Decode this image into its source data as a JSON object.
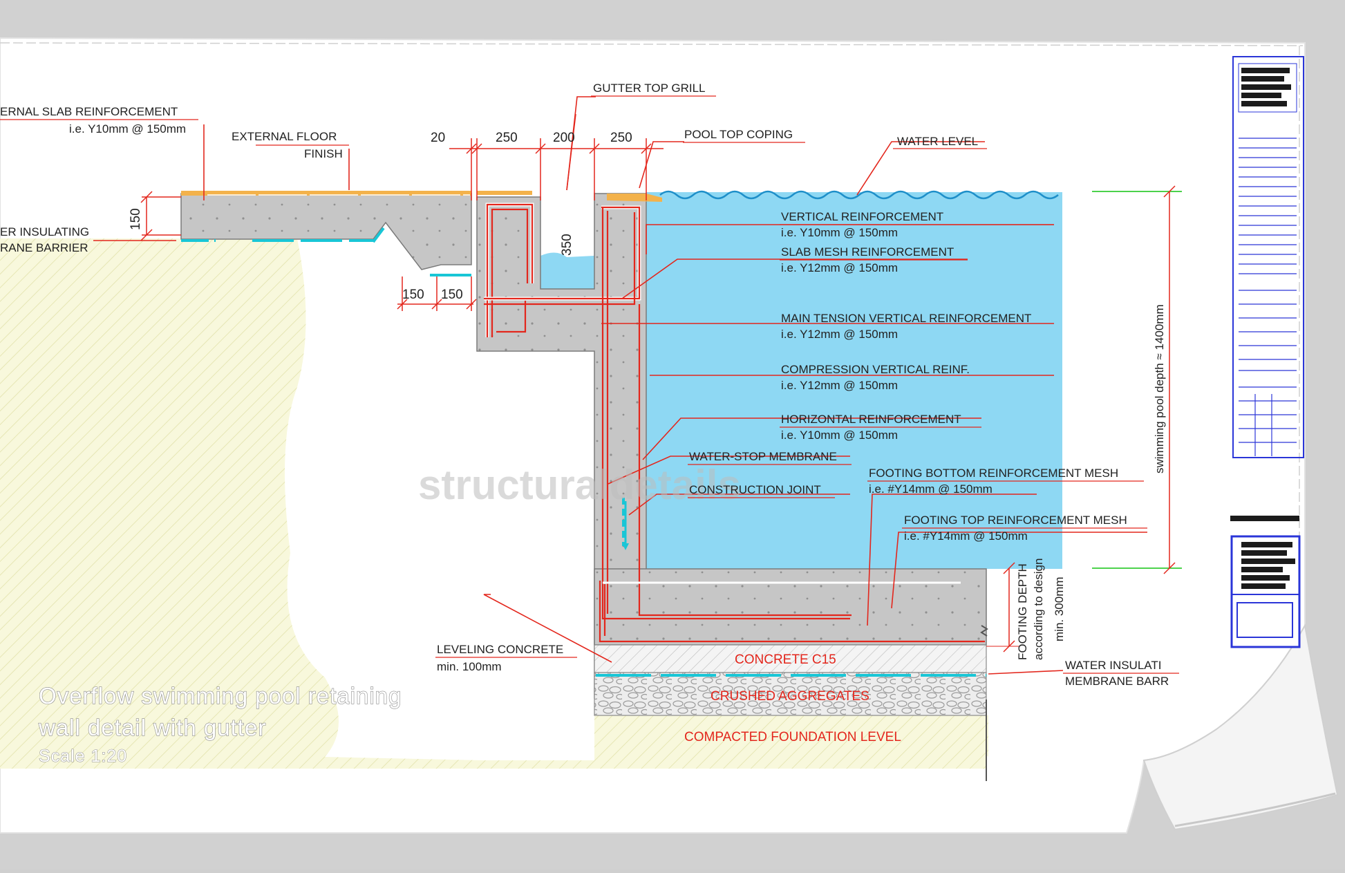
{
  "title": {
    "line1": "Overflow swimming pool retaining",
    "line2": "wall detail with gutter",
    "scale": "Scale 1:20"
  },
  "watermark": "structuraldetails",
  "labels": {
    "ext_slab_1": "ERNAL SLAB REINFORCEMENT",
    "ext_slab_2": "i.e. Y10mm @ 150mm",
    "ext_floor_1": "EXTERNAL FLOOR",
    "ext_floor_2": "FINISH",
    "gutter_grill": "GUTTER TOP GRILL",
    "pool_coping": "POOL TOP COPING",
    "water_level": "WATER LEVEL",
    "insul_left_1": "ER INSULATING",
    "insul_left_2": "RANE BARRIER",
    "vert_reinf_1": "VERTICAL REINFORCEMENT",
    "vert_reinf_2": "i.e. Y10mm @ 150mm",
    "slab_mesh_1": "SLAB MESH REINFORCEMENT",
    "slab_mesh_2": "i.e. Y12mm @ 150mm",
    "main_tension_1": "MAIN TENSION VERTICAL REINFORCEMENT",
    "main_tension_2": "i.e. Y12mm @ 150mm",
    "compression_1": "COMPRESSION VERTICAL REINF.",
    "compression_2": "i.e. Y12mm @ 150mm",
    "horizontal_1": "HORIZONTAL REINFORCEMENT",
    "horizontal_2": "i.e. Y10mm @ 150mm",
    "water_stop": "WATER-STOP MEMBRANE",
    "constr_joint": "CONSTRUCTION JOINT",
    "ftg_bottom_1": "FOOTING BOTTOM REINFORCEMENT MESH",
    "ftg_bottom_2": "i.e. #Y14mm @ 150mm",
    "ftg_top_1": "FOOTING TOP REINFORCEMENT MESH",
    "ftg_top_2": "i.e. #Y14mm @ 150mm",
    "leveling_1": "LEVELING CONCRETE",
    "leveling_2": "min. 100mm",
    "concrete": "CONCRETE C15",
    "aggregates": "CRUSHED AGGREGATES",
    "compacted": "COMPACTED FOUNDATION LEVEL",
    "insul_right_1": "WATER INSULATI",
    "insul_right_2": "MEMBRANE BARR",
    "footing_depth_1": "FOOTING DEPTH",
    "footing_depth_2": "according to design",
    "footing_depth_3": "min. 300mm",
    "pool_depth": "swimming pool depth ≈ 1400mm"
  },
  "dimensions": {
    "d20": "20",
    "d250a": "250",
    "d200": "200",
    "d250b": "250",
    "d150v": "150",
    "d350": "350",
    "d150a": "150",
    "d150b": "150"
  },
  "colors": {
    "water": "#8ed8f3",
    "concrete": "#c4c4c4",
    "soil": "#f7f7d8",
    "rebar": "#e3261c",
    "coping": "#f3b24b",
    "titleblock": "#2a35d8"
  }
}
